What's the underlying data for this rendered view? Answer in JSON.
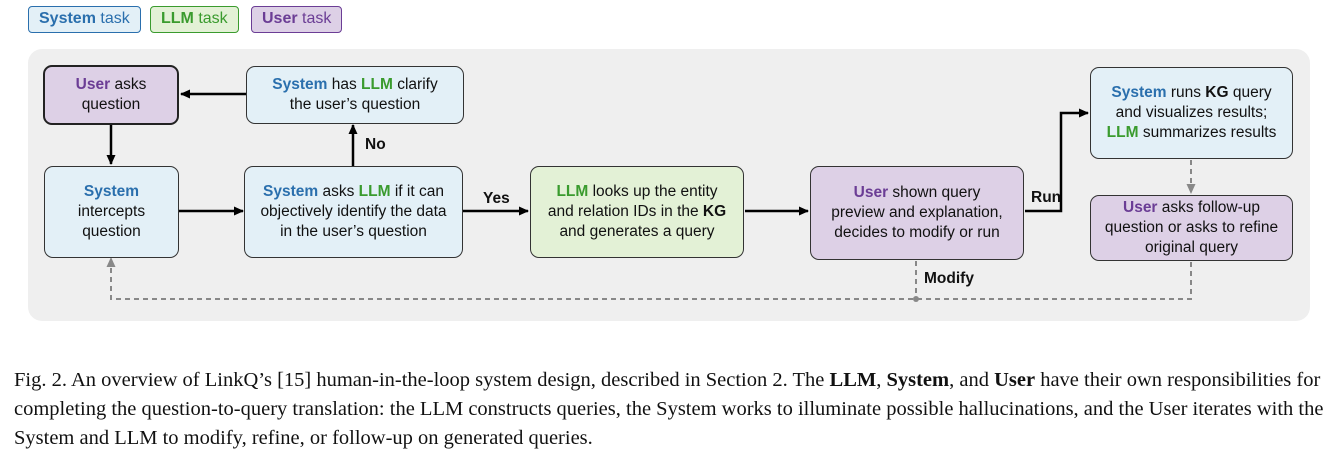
{
  "legend": {
    "system": {
      "bold": "System",
      "rest": " task"
    },
    "llm": {
      "bold": "LLM",
      "rest": " task"
    },
    "user": {
      "bold": "User",
      "rest": " task"
    }
  },
  "nodes": {
    "user_asks": {
      "b1": "User",
      "t1": " asks",
      "t2": "question"
    },
    "clarify": {
      "b1": "System",
      "t1": " has ",
      "b2": "LLM",
      "t2": " clarify",
      "t3": "the user’s question"
    },
    "intercepts": {
      "b1": "System",
      "t2": "intercepts",
      "t3": "question"
    },
    "asks_llm": {
      "b1": "System",
      "t1": " asks ",
      "b2": "LLM",
      "t2": " if it can",
      "t3": "objectively identify the data",
      "t4": "in the user’s question"
    },
    "lookup": {
      "b1": "LLM",
      "t1": " looks up the entity",
      "t2": "and relation IDs in the ",
      "b2": "KG",
      "t3": "and generates a query"
    },
    "preview": {
      "b1": "User",
      "t1": " shown query",
      "t2": "preview and explanation,",
      "t3": "decides to modify or run"
    },
    "runs": {
      "b1": "System",
      "t1": " runs ",
      "b2": "KG",
      "t2": " query",
      "t3": "and visualizes results;",
      "b3": "LLM",
      "t4": " summarizes results"
    },
    "followup": {
      "b1": "User",
      "t1": " asks follow-up",
      "t2": "question or asks to refine",
      "t3": "original query"
    }
  },
  "edge_labels": {
    "no": "No",
    "yes": "Yes",
    "run": "Run",
    "modify": "Modify"
  },
  "caption": {
    "p1": "Fig. 2.  An overview of LinkQ’s [15] human-in-the-loop system design, described in Section 2. The ",
    "b1": "LLM",
    "p2": ", ",
    "b2": "System",
    "p3": ", and ",
    "b3": "User",
    "p4": " have their own responsibilities for completing the question-to-query translation: the LLM constructs queries, the System works to illuminate possible hallucinations, and the User iterates with the System and LLM to modify, refine, or follow-up on generated queries."
  },
  "colors": {
    "system": "#2a6fad",
    "llm": "#3a9b2e",
    "user": "#6b3d95",
    "system_fill": "#e3f0f7",
    "llm_fill": "#e3f1d6",
    "user_fill": "#ddd0e6",
    "panel": "#efefef"
  }
}
